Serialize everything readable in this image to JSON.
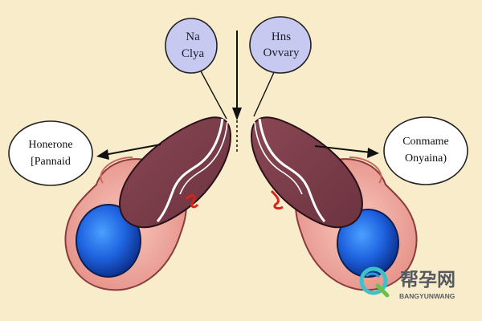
{
  "callouts": {
    "top_left": [
      "Na",
      "Clya"
    ],
    "top_right": [
      "Hns",
      "Ovvary"
    ],
    "left": [
      "Honerone",
      "[Pannaid"
    ],
    "right": [
      "Conmame",
      "Onyaina)"
    ]
  },
  "watermark": {
    "cn": "帮孕网",
    "en": "BANGYUNWANG"
  },
  "colors": {
    "background": "#f8eccb",
    "bubble_fill": "#c7c9f1",
    "organ": "#7e3f4a",
    "cyst": "#1f63e0",
    "tissue": "#f2b0a4"
  }
}
